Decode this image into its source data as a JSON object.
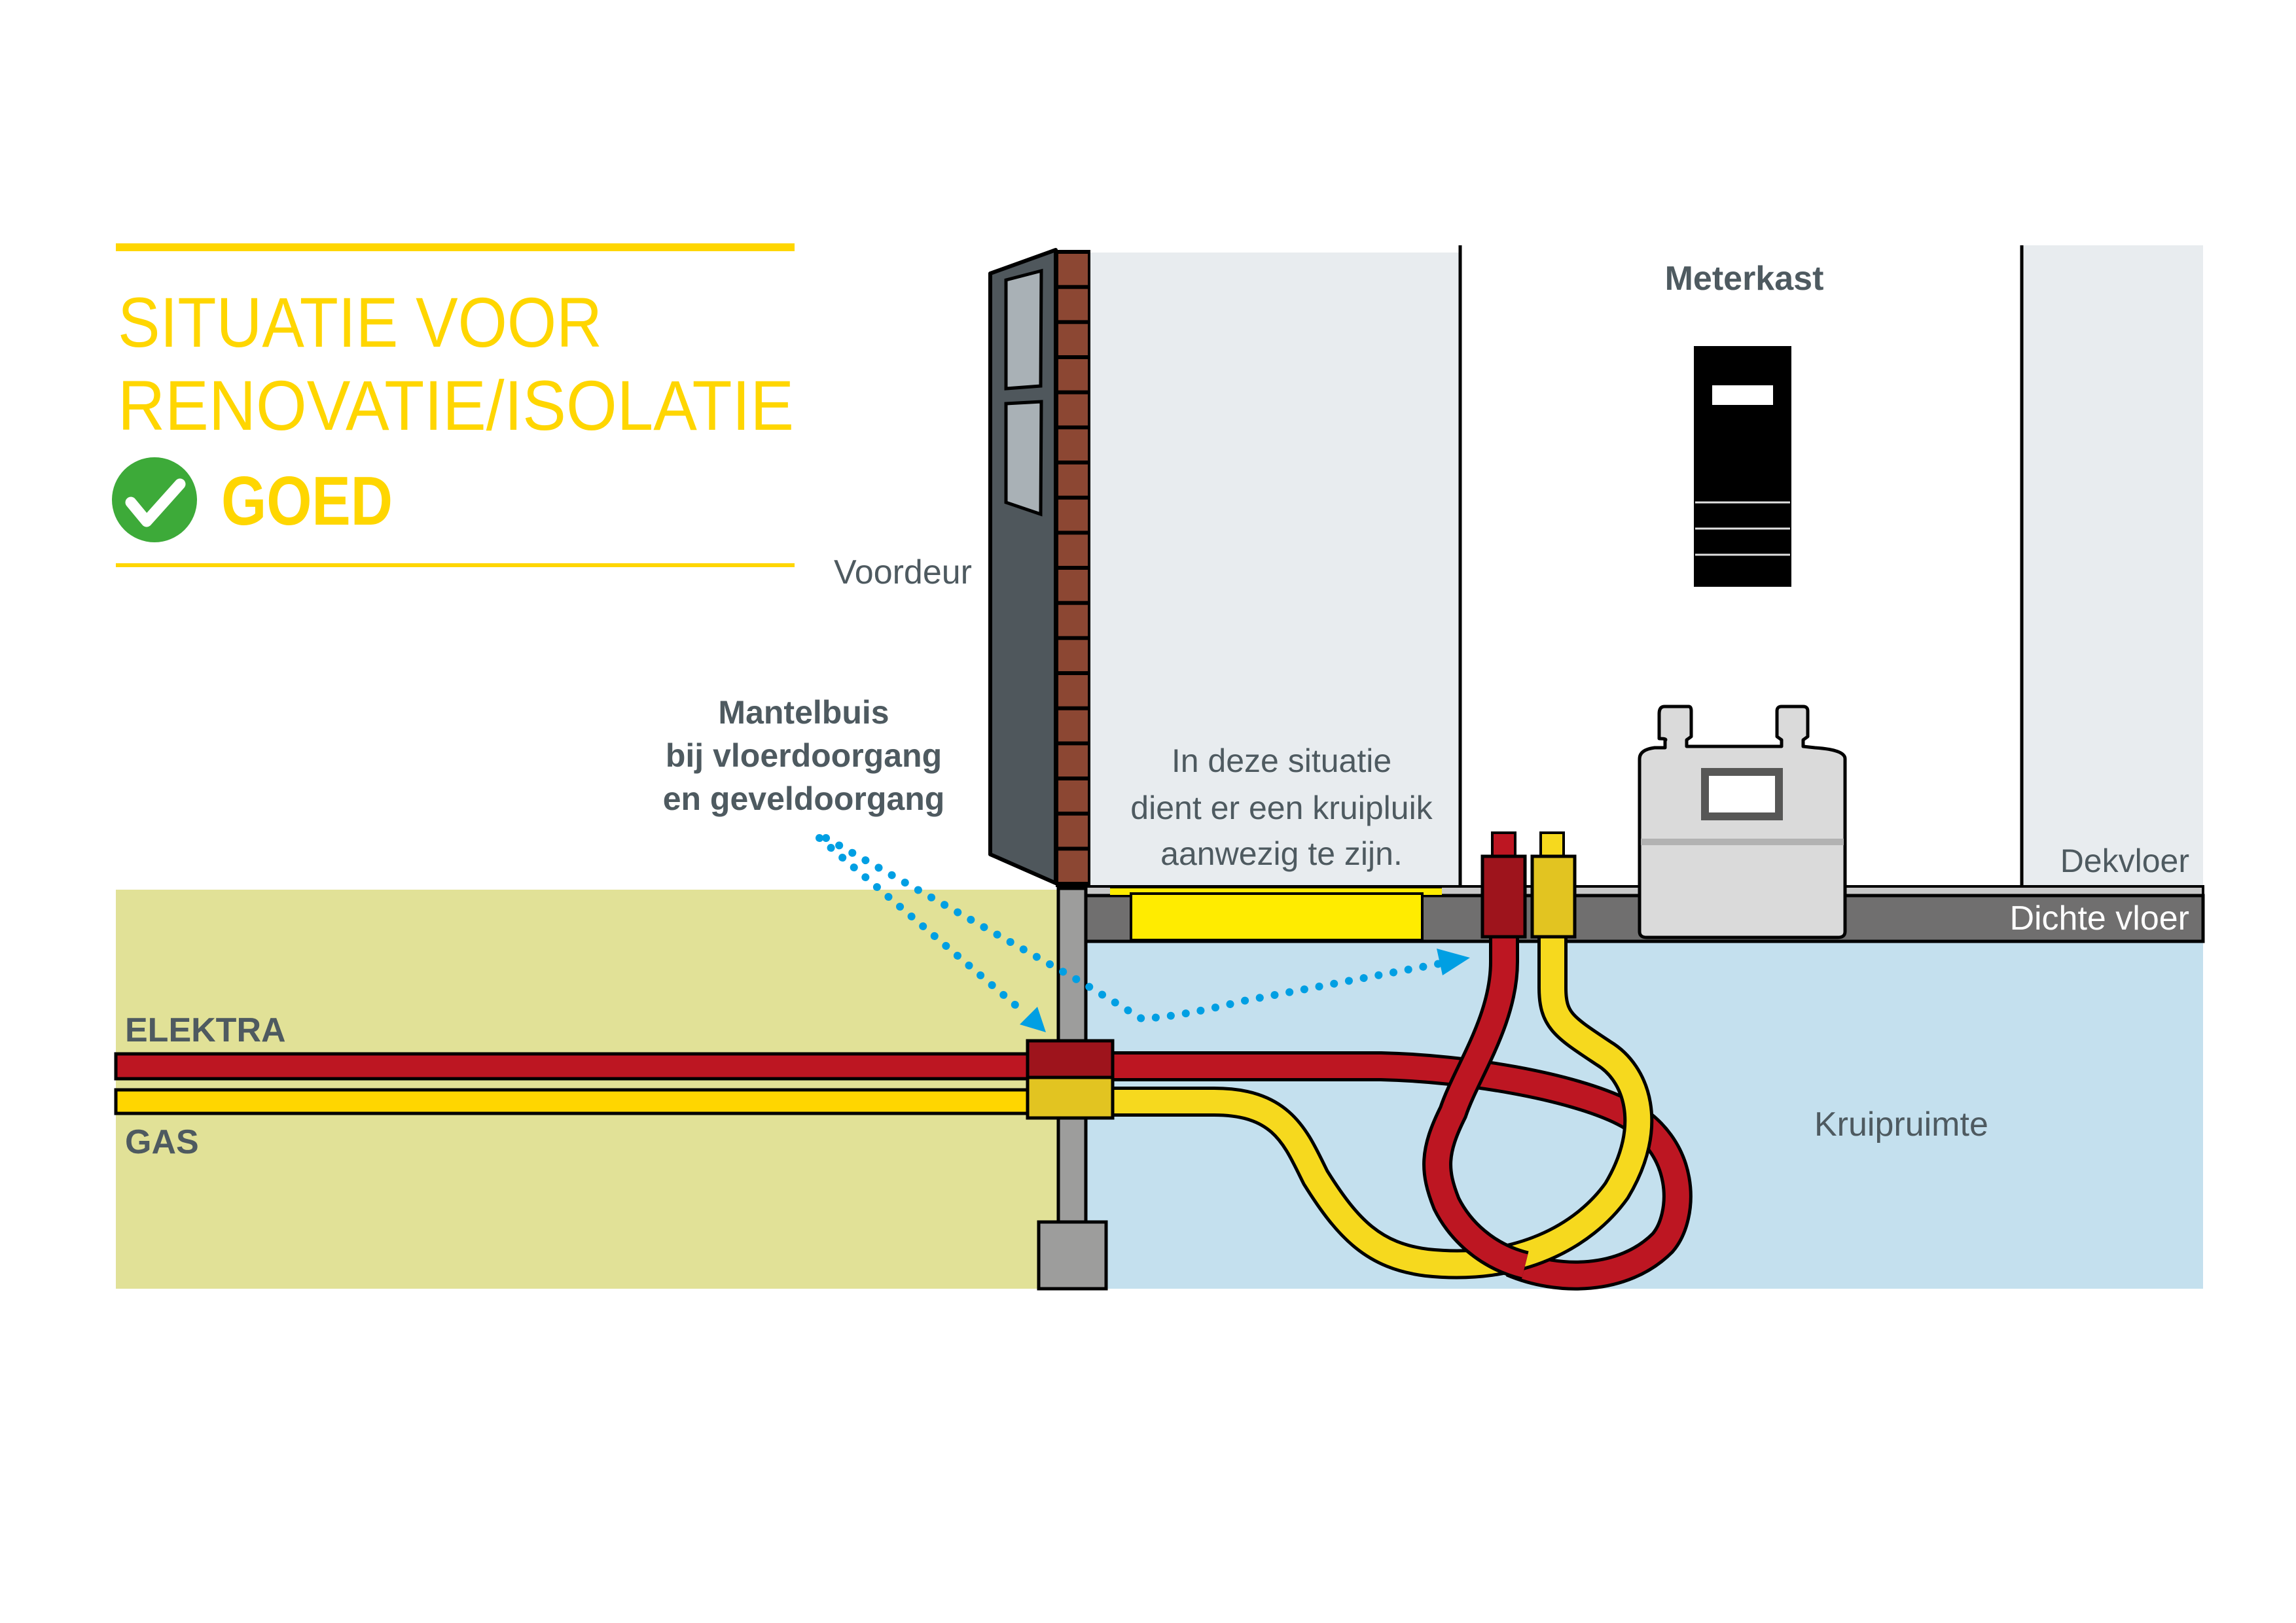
{
  "header": {
    "title_line1": "SITUATIE VOOR",
    "title_line2": "RENOVATIE/ISOLATIE",
    "verdict": "GOED",
    "verdict_icon": "check-circle-icon"
  },
  "labels": {
    "voordeur": "Voordeur",
    "meterkast": "Meterkast",
    "dekvloer": "Dekvloer",
    "dichte_vloer": "Dichte vloer",
    "kruipruimte": "Kruipruimte",
    "elektra": "ELEKTRA",
    "gas": "GAS"
  },
  "callouts": {
    "mantelbuis": [
      "Mantelbuis",
      "bij vloerdoorgang",
      "en geveldoorgang"
    ],
    "kruipluik_note": [
      "In deze situatie",
      "dient er een kruipluik",
      "aanwezig te zijn."
    ]
  },
  "colors": {
    "accent_yellow": "#ffd600",
    "check_green": "#3daa39",
    "electric_red": "#bd1622",
    "gas_yellow": "#f6d91e",
    "sleeve_red": "#9e141c",
    "sleeve_yellow": "#e2c421",
    "ground": "#e1e197",
    "crawlspace": "#c4e0ee",
    "brick": "#8c4733",
    "arrow_blue": "#009fe3",
    "hatch_yellow": "#ffec00"
  }
}
